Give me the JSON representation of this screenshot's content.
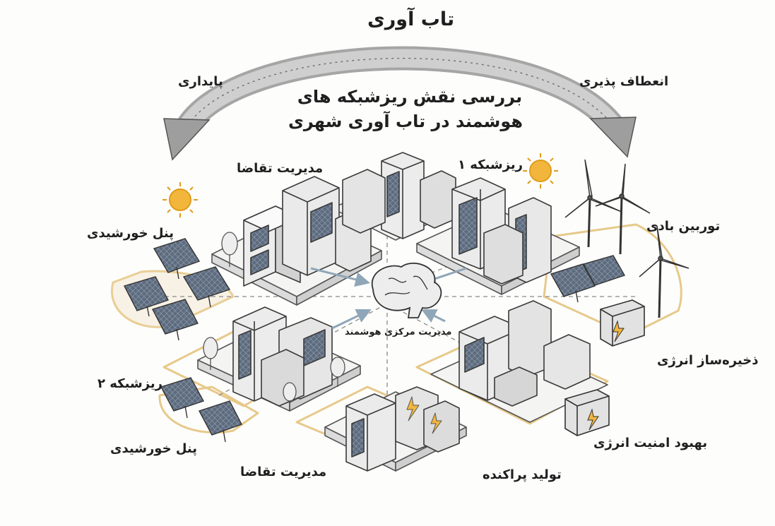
{
  "diagram": {
    "labels": {
      "top": "تاب آوری",
      "left_arrow": "پایداری",
      "right_arrow": "انعطاف پذیری",
      "title_line1": "بررسی نقش ریزشبکه های",
      "title_line2": "هوشمند در تاب آوری شهری",
      "demand_top": "مدیریت تقاضا",
      "microgrid1": "ریزشبکه ۱",
      "wind_turbine": "توربین بادی",
      "solar_panel_top": "پنل خورشیدی",
      "central_mgmt": "مدیریت مرکزی هوشمند",
      "energy_storage": "ذخیره‌ساز انرژی",
      "microgrid2": "ریزشبکه ۲",
      "energy_security": "بهبود امنیت انرژی",
      "solar_panel_bottom": "پنل خورشیدی",
      "demand_bottom": "مدیریت تقاضا",
      "distributed_gen": "تولید پراکنده"
    },
    "icons": [
      "sun-icon",
      "brain-icon",
      "wind-turbine-icon",
      "solar-panel-icon",
      "battery-icon",
      "building-icon",
      "tree-icon",
      "lightning-icon"
    ],
    "colors": {
      "ink": "#2b2b2b",
      "pencil": "#6a6a6a",
      "arrow": "#9a9a9a",
      "sand": "#e7c98a",
      "sun": "#f3b63c",
      "solar": "#5d6b7e",
      "background": "#fdfdfc"
    }
  }
}
